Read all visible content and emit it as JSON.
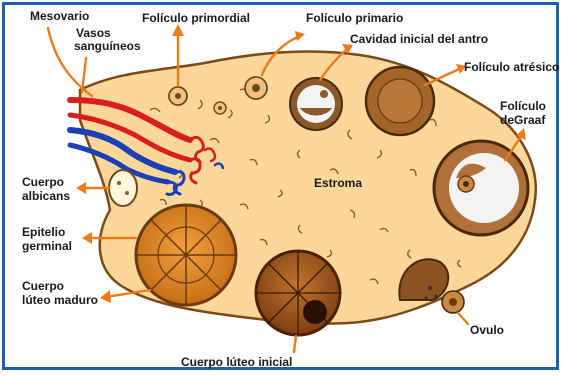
{
  "diagram": {
    "labels": {
      "mesovario": "Mesovario",
      "vasos_1": "Vasos",
      "vasos_2": "sanguíneos",
      "foliculo_primordial": "Folículo primordial",
      "foliculo_primario": "Folículo primario",
      "cavidad_antro": "Cavidad inicial del antro",
      "foliculo_atresico": "Folículo atrésico",
      "graaf_1": "Folículo",
      "graaf_2": "deGraaf",
      "albicans_1": "Cuerpo",
      "albicans_2": "albicans",
      "epitelio_1": "Epitelio",
      "epitelio_2": "germinal",
      "luteo_maduro_1": "Cuerpo",
      "luteo_maduro_2": "lúteo maduro",
      "estroma": "Estroma",
      "ovulo": "Ovulo",
      "luteo_inicial": "Cuerpo lúteo inicial"
    },
    "colors": {
      "frame": "#1f5fb0",
      "stroma": "#fbd79a",
      "arrow": "#f07a1a",
      "artery": "#d81e1e",
      "vein": "#1d3fb5",
      "corpus_luteum": "#d9801e"
    }
  }
}
